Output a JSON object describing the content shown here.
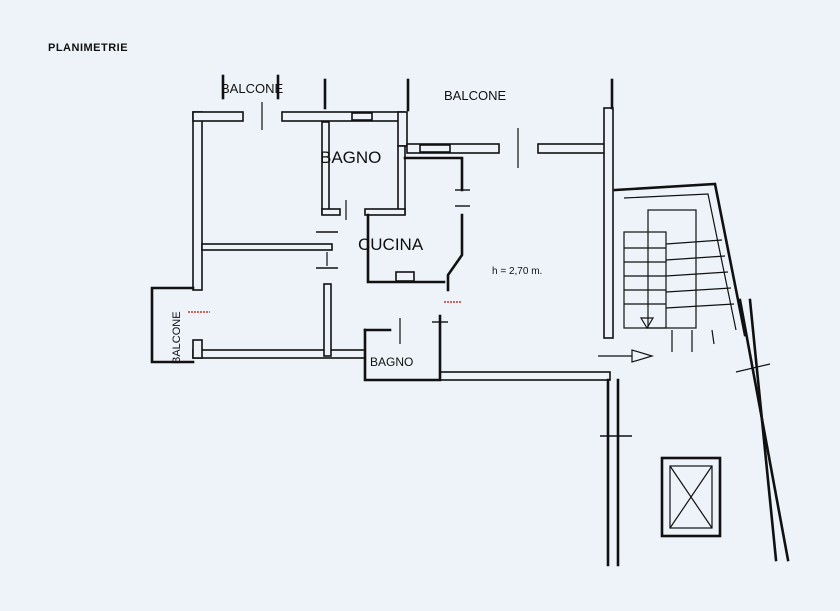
{
  "header": {
    "title": "PLANIMETRIE"
  },
  "rooms": {
    "balcone_top_left": "BALCONE",
    "balcone_top_right": "BALCONE",
    "bagno_upper": "BAGNO",
    "cucina": "CUCINA",
    "balcone_left": "BALCONE",
    "bagno_lower": "BAGNO"
  },
  "annotations": {
    "ceiling_height": "h = 2,70 m."
  },
  "colors": {
    "paper": "#edf3f8",
    "ink": "#111111",
    "marker": "#c0392b"
  },
  "icons": {
    "entrance": "entrance-arrow-icon",
    "stair": "stair-arrow-icon",
    "elevator": "elevator-shaft-icon"
  }
}
